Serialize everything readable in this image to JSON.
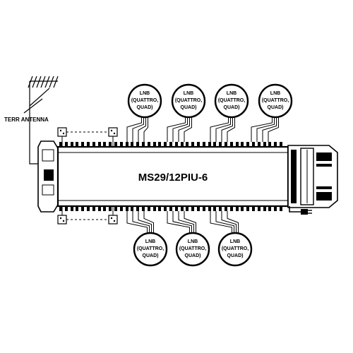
{
  "device": {
    "model": "MS29/12PIU-6"
  },
  "antenna": {
    "label": "TERR ANTENNA"
  },
  "lnbs": {
    "top": [
      {
        "line1": "LNB",
        "line2": "(QUATTRO,",
        "line3": "QUAD)"
      },
      {
        "line1": "LNB",
        "line2": "(QUATTRO,",
        "line3": "QUAD)"
      },
      {
        "line1": "LNB",
        "line2": "(QUATTRO,",
        "line3": "QUAD)"
      },
      {
        "line1": "LNB",
        "line2": "(QUATTRO,",
        "line3": "QUAD)"
      }
    ],
    "bottom": [
      {
        "line1": "LNB",
        "line2": "(QUATTRO,",
        "line3": "QUAD)"
      },
      {
        "line1": "LNB",
        "line2": "(QUATTRO,",
        "line3": "QUAD)"
      },
      {
        "line1": "LNB",
        "line2": "(QUATTRO,",
        "line3": "QUAD)"
      }
    ]
  },
  "icons": {
    "outlet": "wall-socket-icon",
    "antenna": "antenna-icon",
    "power": "power-plug-icon"
  },
  "colors": {
    "ink": "#000000",
    "paper": "#ffffff",
    "shade": "#555555"
  }
}
